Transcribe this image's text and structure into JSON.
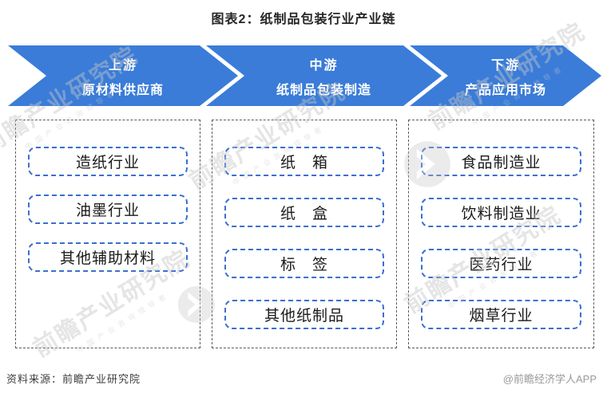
{
  "title": "图表2：纸制品包装行业产业链",
  "stages": [
    {
      "line1": "上游",
      "line2": "原材料供应商"
    },
    {
      "line1": "中游",
      "line2": "纸制品包装制造"
    },
    {
      "line1": "下游",
      "line2": "产品应用市场"
    }
  ],
  "columns": [
    {
      "items": [
        "造纸行业",
        "油墨行业",
        "其他辅助材料"
      ]
    },
    {
      "items": [
        "纸　箱",
        "纸　盒",
        "标　签",
        "其他纸制品"
      ]
    },
    {
      "items": [
        "食品制造业",
        "饮料制造业",
        "医药行业",
        "烟草行业"
      ]
    }
  ],
  "footer": {
    "source": "资料来源：前瞻产业研究院",
    "credit": "@前瞻经济学人APP"
  },
  "watermark": {
    "text": "前瞻产业研究院",
    "subtext": "中国产业咨询领导者"
  },
  "colors": {
    "arrow_blue": "#3a7cd8",
    "pill_border_blue": "#3a6fd0",
    "container_border_gray": "#5a5a5a",
    "credit_gray": "#999999"
  }
}
